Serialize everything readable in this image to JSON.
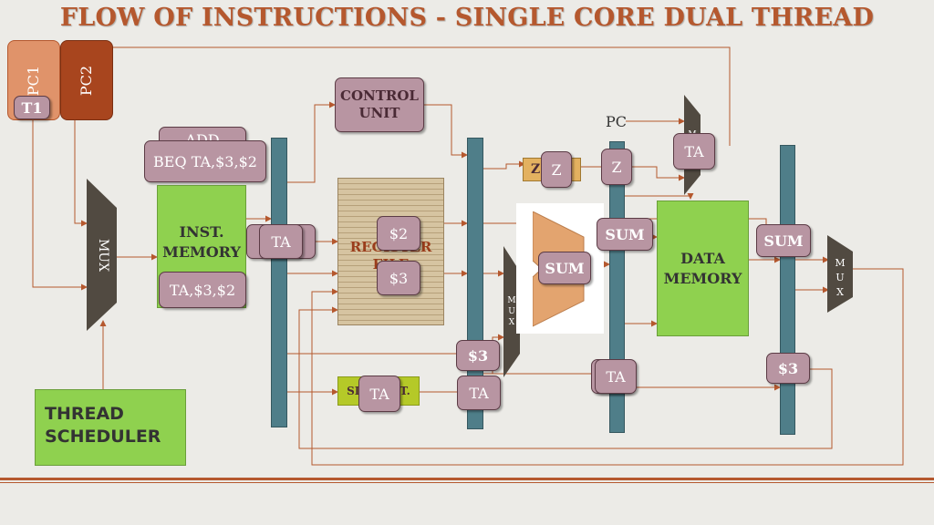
{
  "title": "FLOW OF INSTRUCTIONS - SINGLE CORE DUAL THREAD",
  "pc1": "PC1",
  "pc2": "PC2",
  "t1": "T1",
  "control_unit": "CONTROL\nUNIT",
  "pc_label": "PC",
  "fetch": {
    "add_partial": "ADD",
    "beq": "BEQ TA,$3,$2",
    "inst_memory": "INST.\nMEMORY",
    "operands": "TA,$3,$2"
  },
  "mux_left": "MUX",
  "thread_scheduler": "THREAD\nSCHEDULER",
  "if_id_ta": "TA",
  "register_file": {
    "label": "REGISTER\nFILE",
    "r2": "$2",
    "r3": "$3"
  },
  "sign_ext": {
    "label": "SIGN EXT.",
    "ta": "TA"
  },
  "id_ex": {
    "r3": "$3",
    "ta": "TA"
  },
  "mux_mid": "M\nU\nX",
  "alu": {
    "z_box": "Z",
    "z_tag": "Z",
    "sum": "SUM"
  },
  "ex_mem": {
    "z": "Z",
    "sum": "SUM",
    "ta": "TA"
  },
  "branch_mux": {
    "label": "M",
    "ta": "TA"
  },
  "data_memory": "DATA\nMEMORY",
  "mem_wb": {
    "sum": "SUM",
    "r3": "$3"
  },
  "mux_right": "M\nU\nX"
}
